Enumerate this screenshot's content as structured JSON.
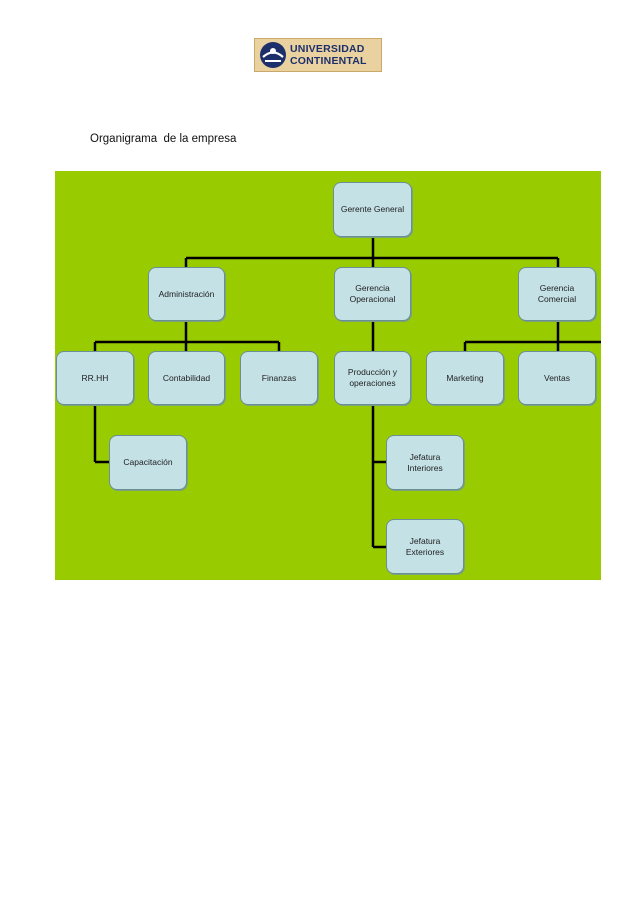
{
  "header": {
    "logo": {
      "line1": "UNIVERSIDAD",
      "line2": "CONTINENTAL",
      "icon": "university-emblem-icon",
      "colors": {
        "background": "#e9d2a0",
        "text": "#1d2f6b"
      }
    }
  },
  "document": {
    "title": "Organigrama  de la empresa"
  },
  "org_chart": {
    "colors": {
      "background": "#99cc00",
      "node_fill": "#c4e1e6",
      "connector": "#000000"
    },
    "root": "Gerente General",
    "nodes": {
      "gerente_general": "Gerente General",
      "administracion": "Administración",
      "gerencia_operacional": "Gerencia\nOperacional",
      "gerencia_comercial": "Gerencia\nComercial",
      "rrhh": "RR.HH",
      "contabilidad": "Contabilidad",
      "finanzas": "Finanzas",
      "produccion": "Producción y\noperaciones",
      "marketing": "Marketing",
      "ventas": "Ventas",
      "capacitacion": "Capacitación",
      "jefatura_interiores": "Jefatura\nInteriores",
      "jefatura_exteriores": "Jefatura\nExteriores"
    }
  }
}
